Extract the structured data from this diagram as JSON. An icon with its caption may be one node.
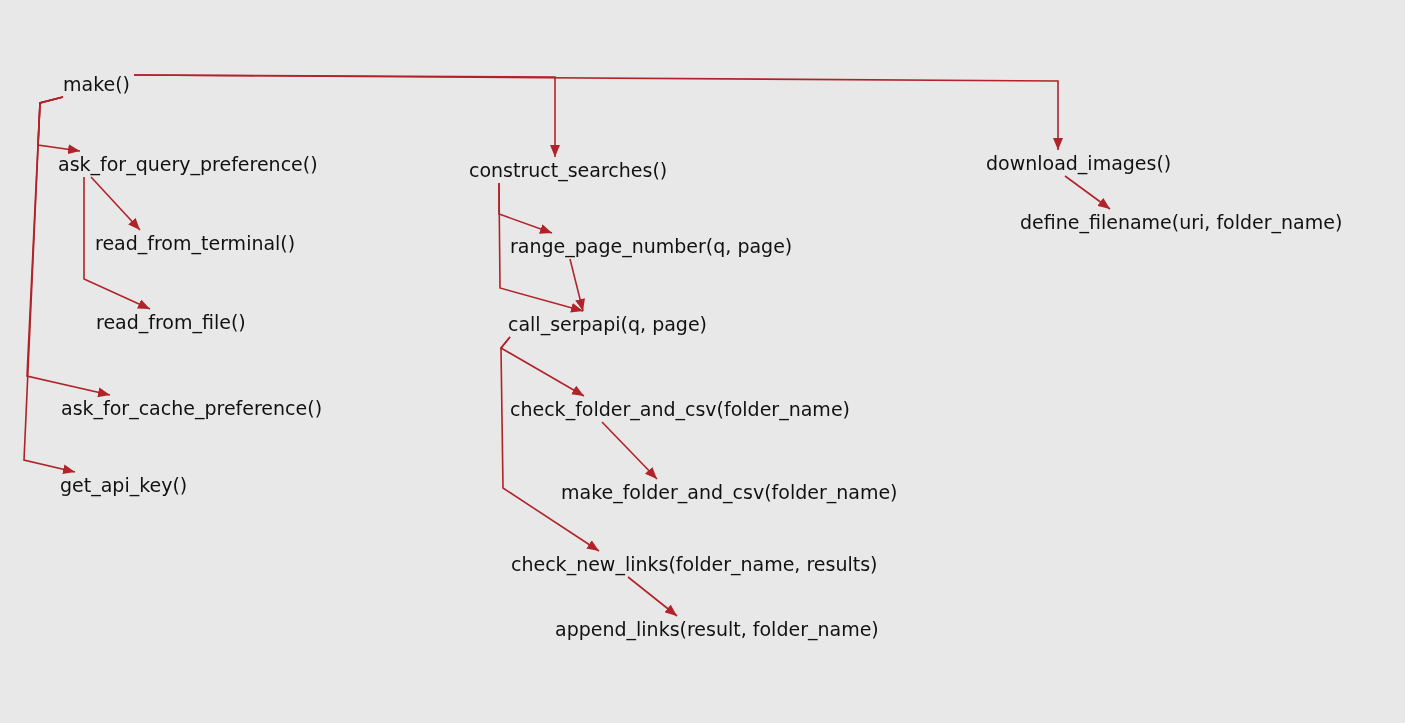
{
  "diagram": {
    "nodes": [
      {
        "text": [
          "make()"
        ]
      },
      {
        "text": [
          "ask_for_query_preference()"
        ]
      },
      {
        "text": [
          "read_from_terminal()"
        ]
      },
      {
        "text": [
          "read_from_file()"
        ]
      },
      {
        "text": [
          "ask_for_cache_preference()"
        ]
      },
      {
        "text": [
          "get_api_key()"
        ]
      },
      {
        "text": [
          "construct_searches()"
        ]
      },
      {
        "text": [
          "range_page_number(q, page)"
        ]
      },
      {
        "text": [
          "call_serpapi(q, page)"
        ]
      },
      {
        "text": [
          "check_folder_and_csv(folder_name)"
        ]
      },
      {
        "text": [
          "make_folder_and_csv(folder_name)"
        ]
      },
      {
        "text": [
          "check_new_links(folder_name, results)"
        ]
      },
      {
        "text": [
          "append_links(result, folder_name)"
        ]
      },
      {
        "text": [
          "download_images()"
        ]
      },
      {
        "text": [
          "define_filename(uri, folder_name)"
        ]
      }
    ],
    "edges": [
      {
        "from": 0,
        "to": 6,
        "arrow": "to"
      },
      {
        "from": 0,
        "to": 13,
        "arrow": "to"
      },
      {
        "from": 0,
        "to": 1,
        "arrow": "to"
      },
      {
        "from": 0,
        "to": 4,
        "arrow": "to"
      },
      {
        "from": 0,
        "to": 5,
        "arrow": "to"
      },
      {
        "from": 1,
        "to": 2,
        "arrow": "to"
      },
      {
        "from": 1,
        "to": 3,
        "arrow": "to"
      },
      {
        "from": 6,
        "to": 7,
        "arrow": "to"
      },
      {
        "from": 6,
        "to": 8,
        "arrow": "to"
      },
      {
        "from": 7,
        "to": 8,
        "arrow": "to"
      },
      {
        "from": 8,
        "to": 9,
        "arrow": "to"
      },
      {
        "from": 8,
        "to": 11,
        "arrow": "to"
      },
      {
        "from": 9,
        "to": 10,
        "arrow": "to"
      },
      {
        "from": 11,
        "to": 12,
        "arrow": "to"
      },
      {
        "from": 13,
        "to": 14,
        "arrow": "to"
      }
    ]
  }
}
